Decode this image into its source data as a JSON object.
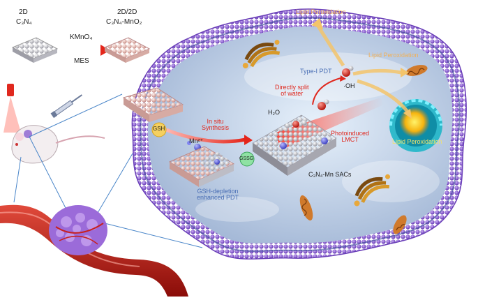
{
  "labels": {
    "material_2d": "2D",
    "c3n4": "C₃N₄",
    "material_2d2d": "2D/2D",
    "c3n4_mno2": "C₃N₄-MnO₂",
    "kmno4": "KMnO₄",
    "mes": "MES",
    "lipid_peroxidation_top": "Lipid Peroxidation",
    "lipid_peroxidation_right": "Lipid Peroxidation",
    "lipid_peroxidation_nucleus": "Lipid Peroxidation",
    "type1_pdt": "Type-I PDT",
    "hydroxyl": "·OH",
    "directly_split": "Directly split\nof water",
    "h2o": "H₂O",
    "in_situ": "In situ\nSynthesis",
    "photoinduced": "Photoinduced\nLMCT",
    "gsh": "GSH",
    "gssg": "GSSG",
    "mn2plus": "Mn²⁺",
    "gsh_depletion": "GSH-depletion\nenhanced PDT",
    "sac": "C₃N₄-Mn SACs"
  },
  "colors": {
    "membrane": "#7b55c8",
    "red_text": "#e0281e",
    "blue_text": "#4a6fb5",
    "orange_text": "#f0b15a",
    "nucleus": "#1fb6c8"
  }
}
